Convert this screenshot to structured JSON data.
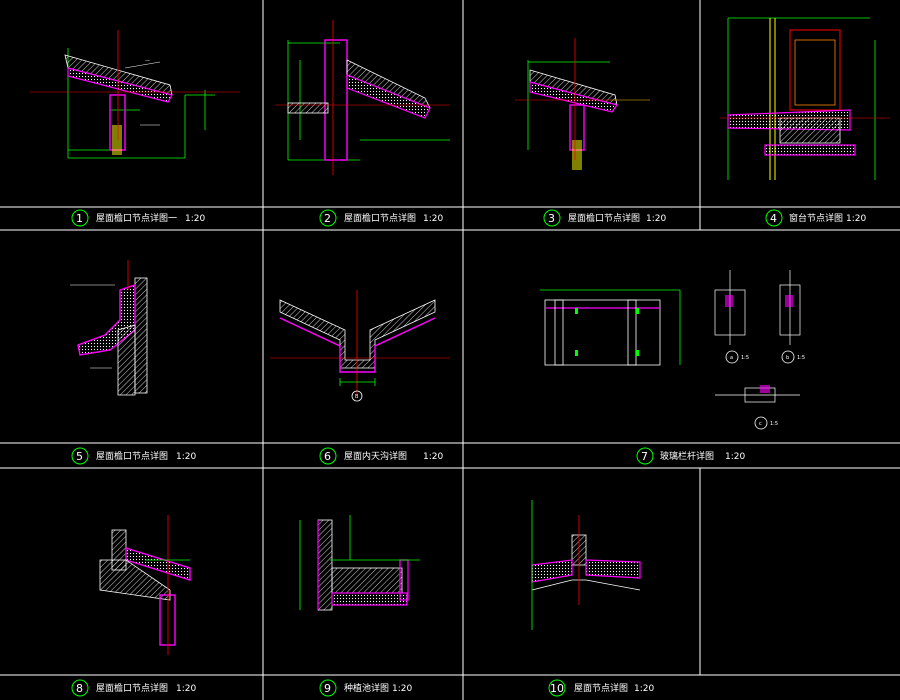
{
  "sheet": {
    "panels": [
      {
        "number": "1",
        "title": "屋面檐口节点详图一",
        "scale": "1:20"
      },
      {
        "number": "2",
        "title": "屋面檐口节点详图",
        "scale": "1:20"
      },
      {
        "number": "3",
        "title": "屋面檐口节点详图",
        "scale": "1:20"
      },
      {
        "number": "4",
        "title": "窗台节点详图",
        "scale": "1:20"
      },
      {
        "number": "5",
        "title": "屋面檐口节点详图",
        "scale": "1:20"
      },
      {
        "number": "6",
        "title": "屋面内天沟详图",
        "scale": "1:20"
      },
      {
        "number": "7",
        "title": "玻璃栏杆详图",
        "scale": "1:20"
      },
      {
        "number": "8",
        "title": "屋面檐口节点详图",
        "scale": "1:20"
      },
      {
        "number": "9",
        "title": "种植池详图",
        "scale": "1:20"
      },
      {
        "number": "10",
        "title": "屋面节点详图",
        "scale": "1:20"
      }
    ],
    "sub_details": [
      {
        "mark": "a",
        "scale": "1:5"
      },
      {
        "mark": "b",
        "scale": "1:5"
      },
      {
        "mark": "c",
        "scale": "1:5"
      }
    ],
    "panel6_mark": "B"
  },
  "colors": {
    "background": "#000000",
    "grid": "#ffffff",
    "dimension": "#00ff00",
    "structure": "#ff00ff",
    "axis": "#ff0000",
    "note": "#ffffff",
    "fill": "#ffffff"
  }
}
